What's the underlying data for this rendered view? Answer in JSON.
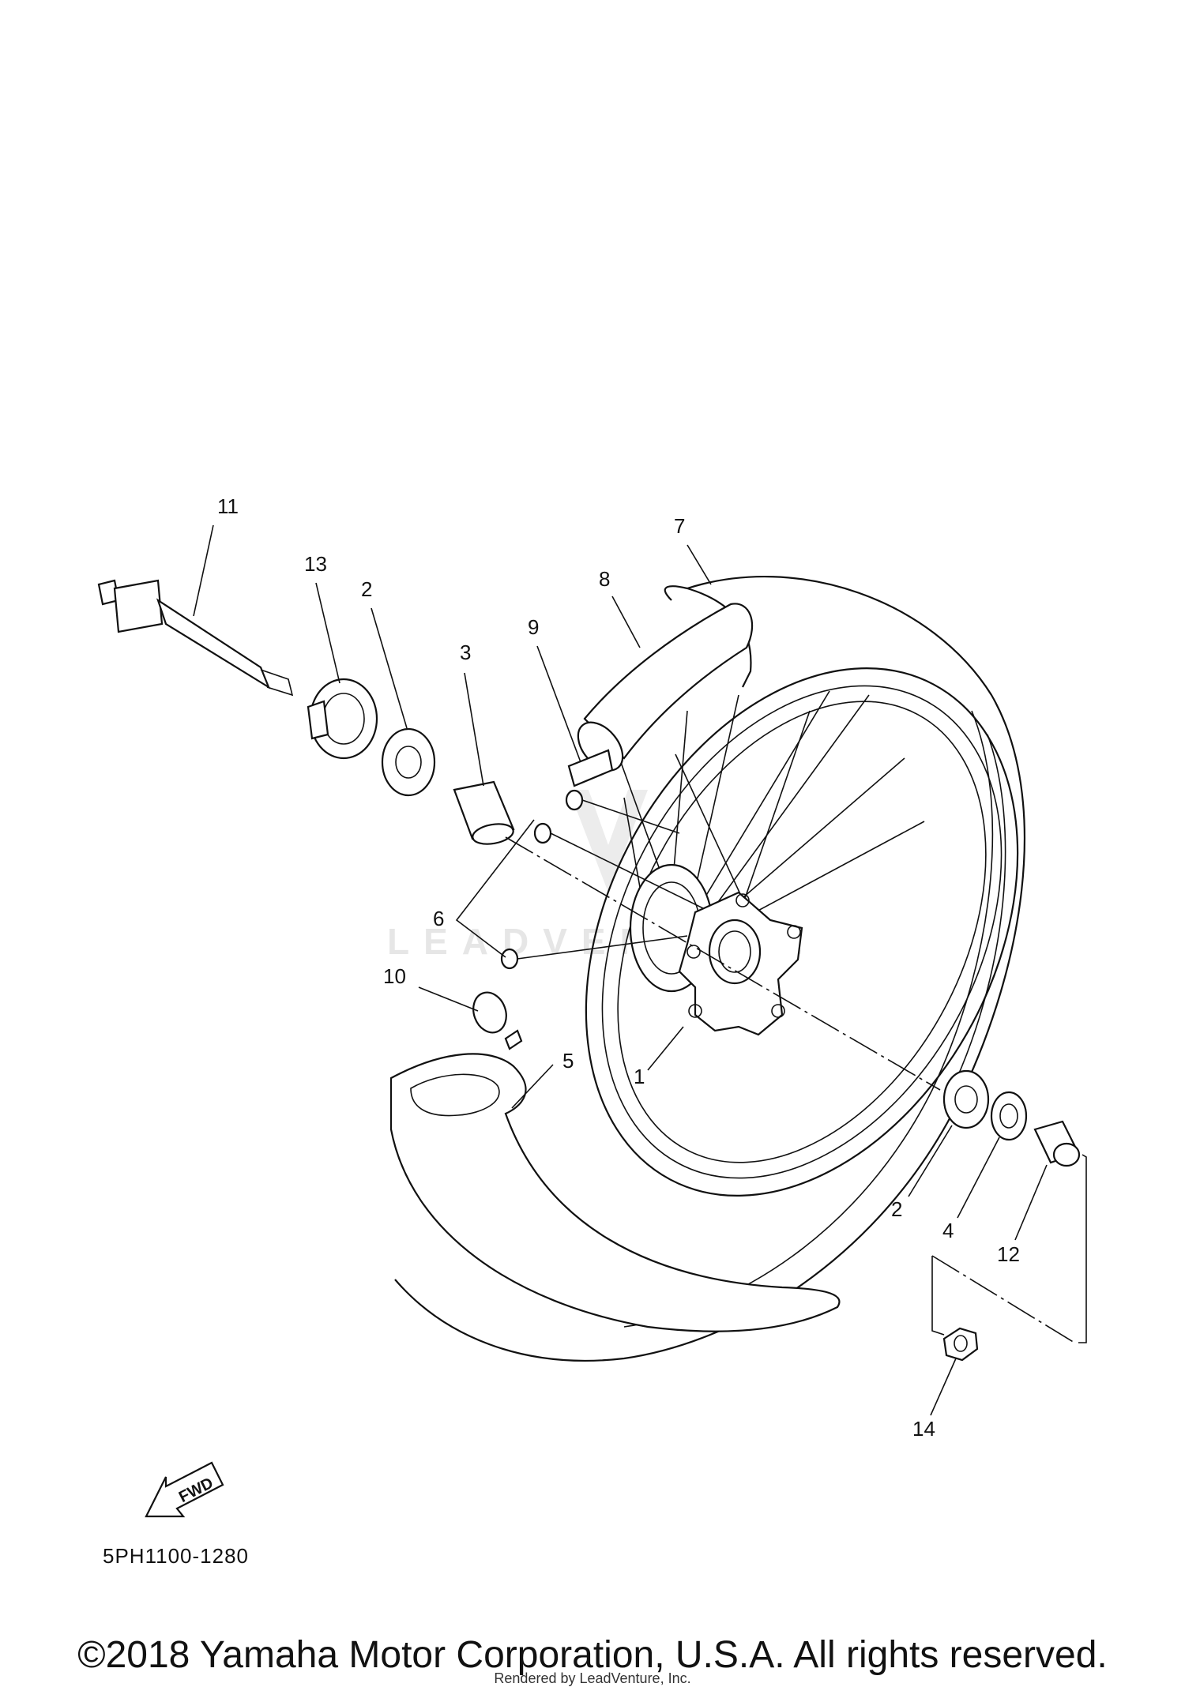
{
  "watermark": "LEADVENTURE",
  "callouts": {
    "c1": "1",
    "c2a": "2",
    "c2b": "2",
    "c3": "3",
    "c4": "4",
    "c5": "5",
    "c6": "6",
    "c7": "7",
    "c8": "8",
    "c9": "9",
    "c10": "10",
    "c11": "11",
    "c12": "12",
    "c13": "13",
    "c14": "14"
  },
  "fwd_label": "FWD",
  "diagram_ref": "5PH1100-1280",
  "copyright": "©2018 Yamaha Motor Corporation, U.S.A. All rights reserved.",
  "rendered_by": "Rendered by LeadVenture, Inc."
}
